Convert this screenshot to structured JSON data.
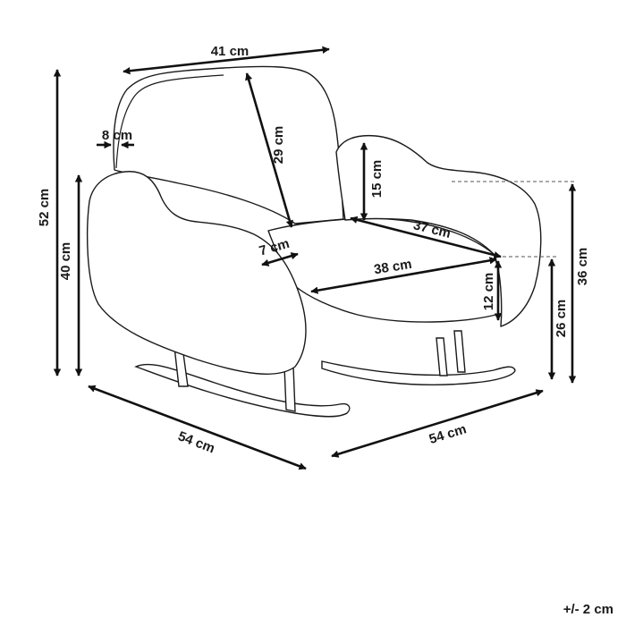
{
  "dimensions": {
    "top_width": "41 cm",
    "backrest_height": "29 cm",
    "frame_thickness": "8 cm",
    "total_height": "52 cm",
    "armrest_height": "40 cm",
    "arm_width": "7 cm",
    "armrest_above_seat": "15 cm",
    "seat_depth": "37 cm",
    "seat_width": "38 cm",
    "seat_thickness": "12 cm",
    "seat_height": "26 cm",
    "arm_height_side": "36 cm",
    "depth_left": "54 cm",
    "depth_right": "54 cm"
  },
  "tolerance": "+/- 2 cm"
}
